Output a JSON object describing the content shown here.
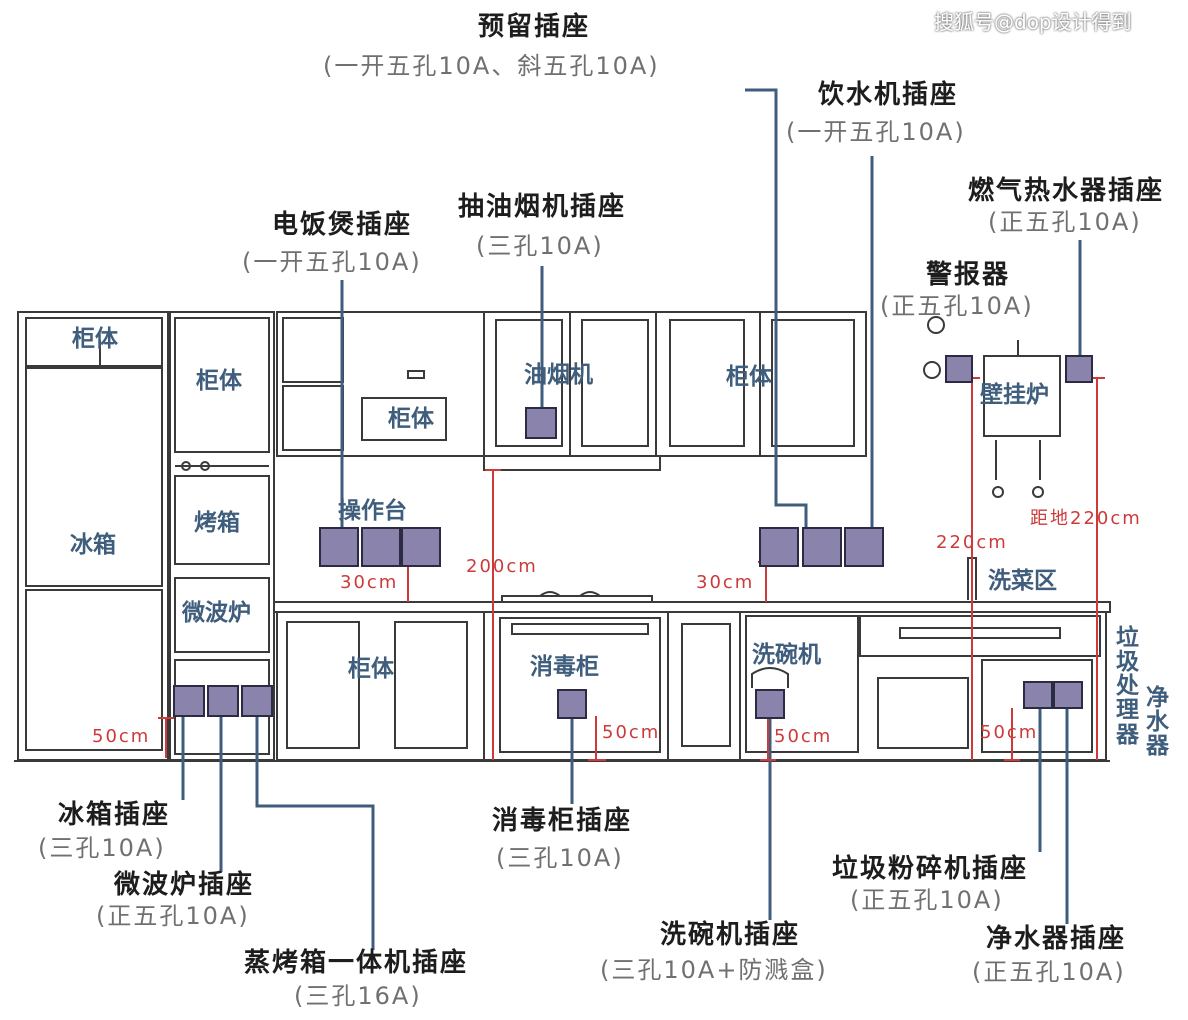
{
  "watermark": "搜狐号@dop设计得到",
  "labels": {
    "reserved_title": "预留插座",
    "reserved_spec": "(一开五孔10A、斜五孔10A)",
    "water_title": "饮水机插座",
    "water_spec": "(一开五孔10A)",
    "gas_title": "燃气热水器插座",
    "gas_spec": "(正五孔10A)",
    "hood_title": "抽油烟机插座",
    "hood_spec": "(三孔10A)",
    "rice_title": "电饭煲插座",
    "rice_spec": "(一开五孔10A)",
    "alarm_title": "警报器",
    "alarm_spec": "(正五孔10A)",
    "cabinet_1": "柜体",
    "cabinet_2": "柜体",
    "cabinet_3": "柜体",
    "cabinet_4": "柜体",
    "cabinet_5": "柜体",
    "hood": "油烟机",
    "boiler": "壁挂炉",
    "fridge": "冰箱",
    "oven": "烤箱",
    "microwave": "微波炉",
    "worktop": "操作台",
    "sink_area": "洗菜区",
    "disinfect": "消毒柜",
    "dishwasher": "洗碗机",
    "garbage_vertical": "垃圾处理器",
    "purifier_vertical": "净水器",
    "fridge_title": "冰箱插座",
    "fridge_spec": "(三孔10A)",
    "microwave_title": "微波炉插座",
    "microwave_spec": "(正五孔10A)",
    "steam_title": "蒸烤箱一体机插座",
    "steam_spec": "(三孔16A)",
    "disinfect_title": "消毒柜插座",
    "disinfect_spec": "(三孔10A)",
    "dishwasher_title": "洗碗机插座",
    "dishwasher_spec": "(三孔10A+防溅盒)",
    "garbage_title": "垃圾粉碎机插座",
    "garbage_spec": "(正五孔10A)",
    "purifier_title": "净水器插座",
    "purifier_spec": "(正五孔10A)"
  },
  "dims": {
    "d30_left": "30cm",
    "d30_right": "30cm",
    "d200": "200cm",
    "d220": "220cm",
    "d220_floor": "距地220cm",
    "d50_fridge": "50cm",
    "d50_disinfect": "50cm",
    "d50_dishwasher": "50cm",
    "d50_sink": "50cm"
  },
  "colors": {
    "leader_line": "#3f5d7c",
    "dimension": "#cc3a3a",
    "socket": "#8a84ad",
    "label": "#3f5d7c"
  }
}
